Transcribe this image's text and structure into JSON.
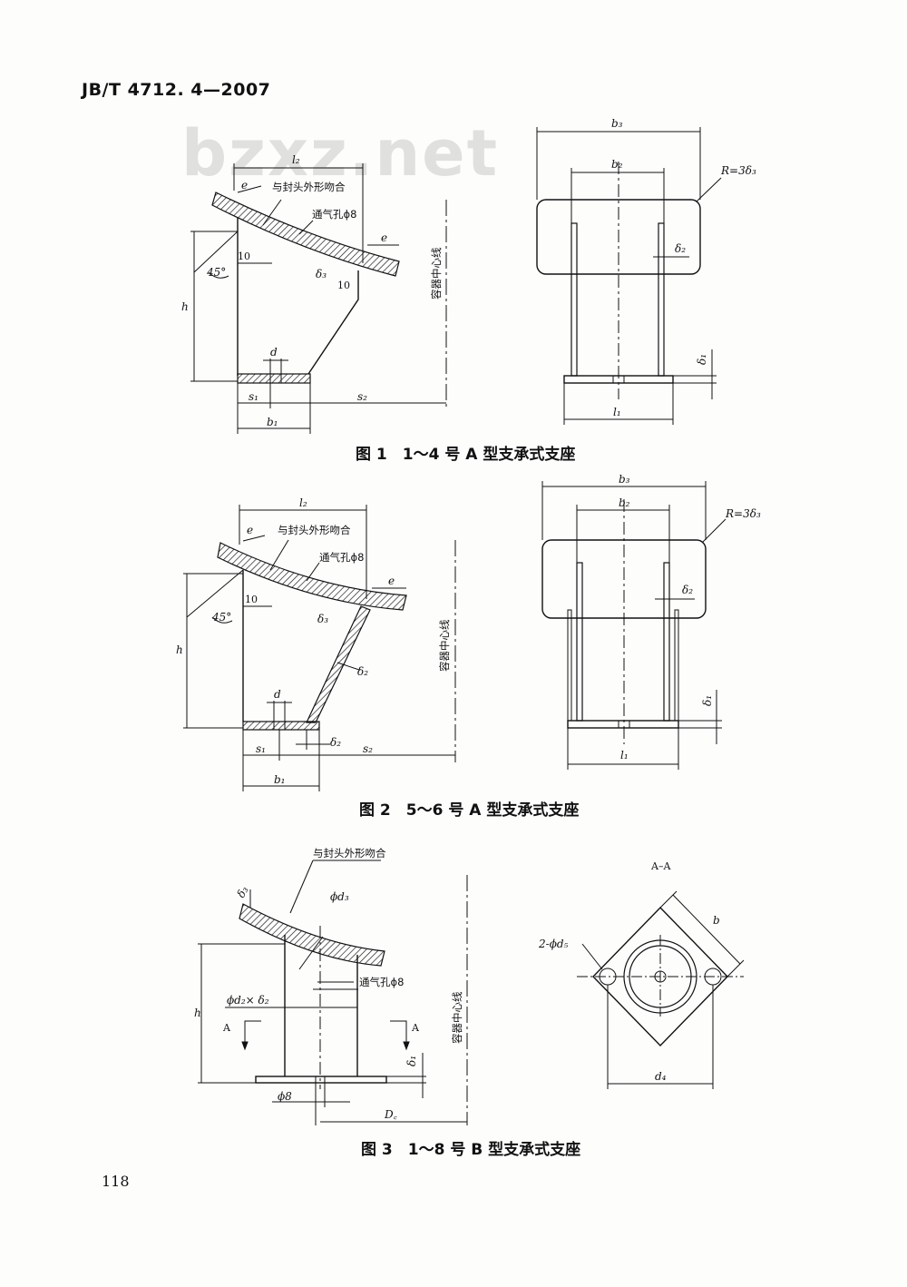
{
  "header": {
    "standard_code": "JB/T 4712. 4—2007"
  },
  "watermark": "bzxz.net",
  "figure1": {
    "caption": "图 1　1～4 号 A 型支承式支座",
    "labels": {
      "l2": "l₂",
      "e1": "e",
      "fit": "与封头外形吻合",
      "vent": "通气孔ϕ8",
      "e2": "e",
      "ten1": "10",
      "angle": "45°",
      "delta3": "δ₃",
      "ten2": "10",
      "h": "h",
      "d": "d",
      "s1": "s₁",
      "s2": "s₂",
      "b1": "b₁",
      "center": "容器中心线",
      "b3": "b₃",
      "b2": "b₂",
      "radius": "R=3δ₃",
      "delta2": "δ₂",
      "delta1": "δ₁",
      "l1": "l₁"
    }
  },
  "figure2": {
    "caption": "图 2　5～6 号 A 型支承式支座",
    "labels": {
      "l2": "l₂",
      "e1": "e",
      "fit": "与封头外形吻合",
      "vent": "通气孔ϕ8",
      "e2": "e",
      "ten1": "10",
      "angle": "45°",
      "delta3": "δ₃",
      "delta2": "δ₂",
      "h": "h",
      "d": "d",
      "delta2b": "δ₂",
      "s1": "s₁",
      "s2": "s₂",
      "b1": "b₁",
      "center": "容器中心线",
      "b3": "b₃",
      "b2": "b₂",
      "radius": "R=3δ₃",
      "delta2r": "δ₂",
      "delta1": "δ₁",
      "l1": "l₁"
    }
  },
  "figure3": {
    "caption": "图 3　1～8 号 B 型支承式支座",
    "labels": {
      "fit": "与封头外形吻合",
      "delta3": "δ₃",
      "d3": "ϕd₃",
      "vent": "通气孔ϕ8",
      "pipe": "ϕd₂× δ₂",
      "h": "h",
      "a_left": "A",
      "a_right": "A",
      "delta1": "δ₁",
      "phi8": "ϕ8",
      "dc": "D꜀",
      "center": "容器中心线",
      "section": "A–A",
      "holes": "2-ϕd₅",
      "b": "b",
      "d4": "d₄"
    }
  },
  "page_number": "118"
}
